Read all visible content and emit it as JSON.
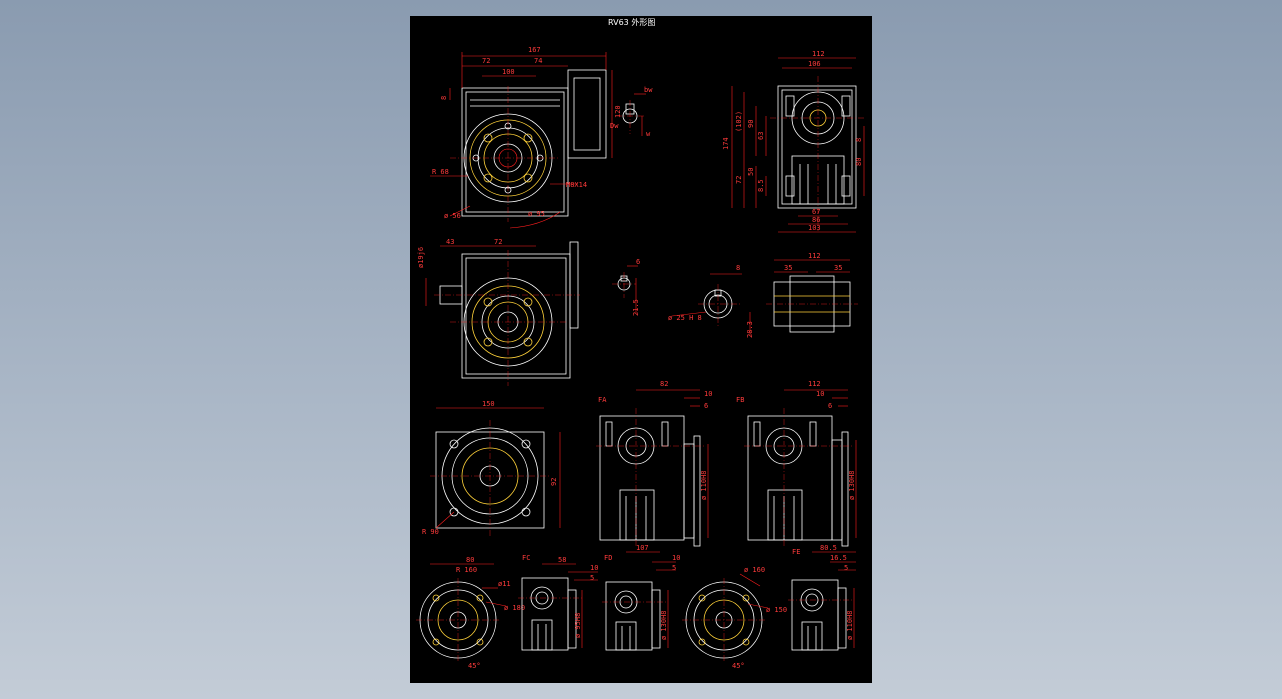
{
  "title": "RV63 外形图",
  "colors": {
    "sheet": "#000000",
    "outline": "#ffffff",
    "dimension": "#ff1e1e",
    "hidden": "#ffd23a"
  },
  "views": {
    "main": {
      "d_167": "167",
      "d_72": "72",
      "d_74": "74",
      "d_100": "100",
      "d_120": "120",
      "d_8": "8",
      "r68": "R 68",
      "m8x14": "M8X14",
      "d56": "ø 56",
      "d95": "ø 95"
    },
    "key": {
      "bw": "bw",
      "dw": "Dw",
      "w": "w"
    },
    "side": {
      "d_112": "112",
      "d_106": "106",
      "d_174": "174",
      "d_102": "(102)",
      "d_90": "90",
      "d_63": "63",
      "d_72": "72",
      "d_50": "50",
      "d_85": "8.5",
      "d_80": "80",
      "d_8": "8",
      "d_67": "67",
      "d_86": "86",
      "d_103": "103"
    },
    "input": {
      "d_43": "43",
      "d_72": "72",
      "d_phi": "ø19j6"
    },
    "section": {
      "d_6": "6",
      "d_215": "21.5",
      "d_8": "8",
      "d_25": "ø 25 H 8",
      "d_283": "28.3"
    },
    "bottom_side": {
      "d_112": "112",
      "d_35a": "35",
      "d_35b": "35"
    },
    "flange_square": {
      "d_150": "150",
      "d_92": "92",
      "r90": "R 90"
    },
    "fa": {
      "label": "FA",
      "d_82": "82",
      "d_10": "10",
      "d_6": "6",
      "d_dia": "ø 110H8"
    },
    "fb": {
      "label": "FB",
      "d_112": "112",
      "d_10": "10",
      "d_6": "6",
      "d_dia": "ø 130H8"
    },
    "round_flange_1": {
      "d_80": "80",
      "d_r": "R 160",
      "d_11": "ø11",
      "d_180": "ø 180",
      "d_45": "45°"
    },
    "fc": {
      "label": "FC",
      "d_58": "58",
      "d_10": "10",
      "d_5": "5",
      "d_dia": "ø 95H8"
    },
    "fd": {
      "label": "FD",
      "d_107": "107",
      "d_10": "10",
      "d_5": "5",
      "d_dia": "ø 130H8"
    },
    "round_flange_2": {
      "d_160": "ø 160",
      "d_150": "ø 150",
      "d_45": "45°"
    },
    "fe": {
      "label": "FE",
      "d_805": "80.5",
      "d_165": "16.5",
      "d_5": "5",
      "d_dia": "ø 110H8"
    }
  }
}
